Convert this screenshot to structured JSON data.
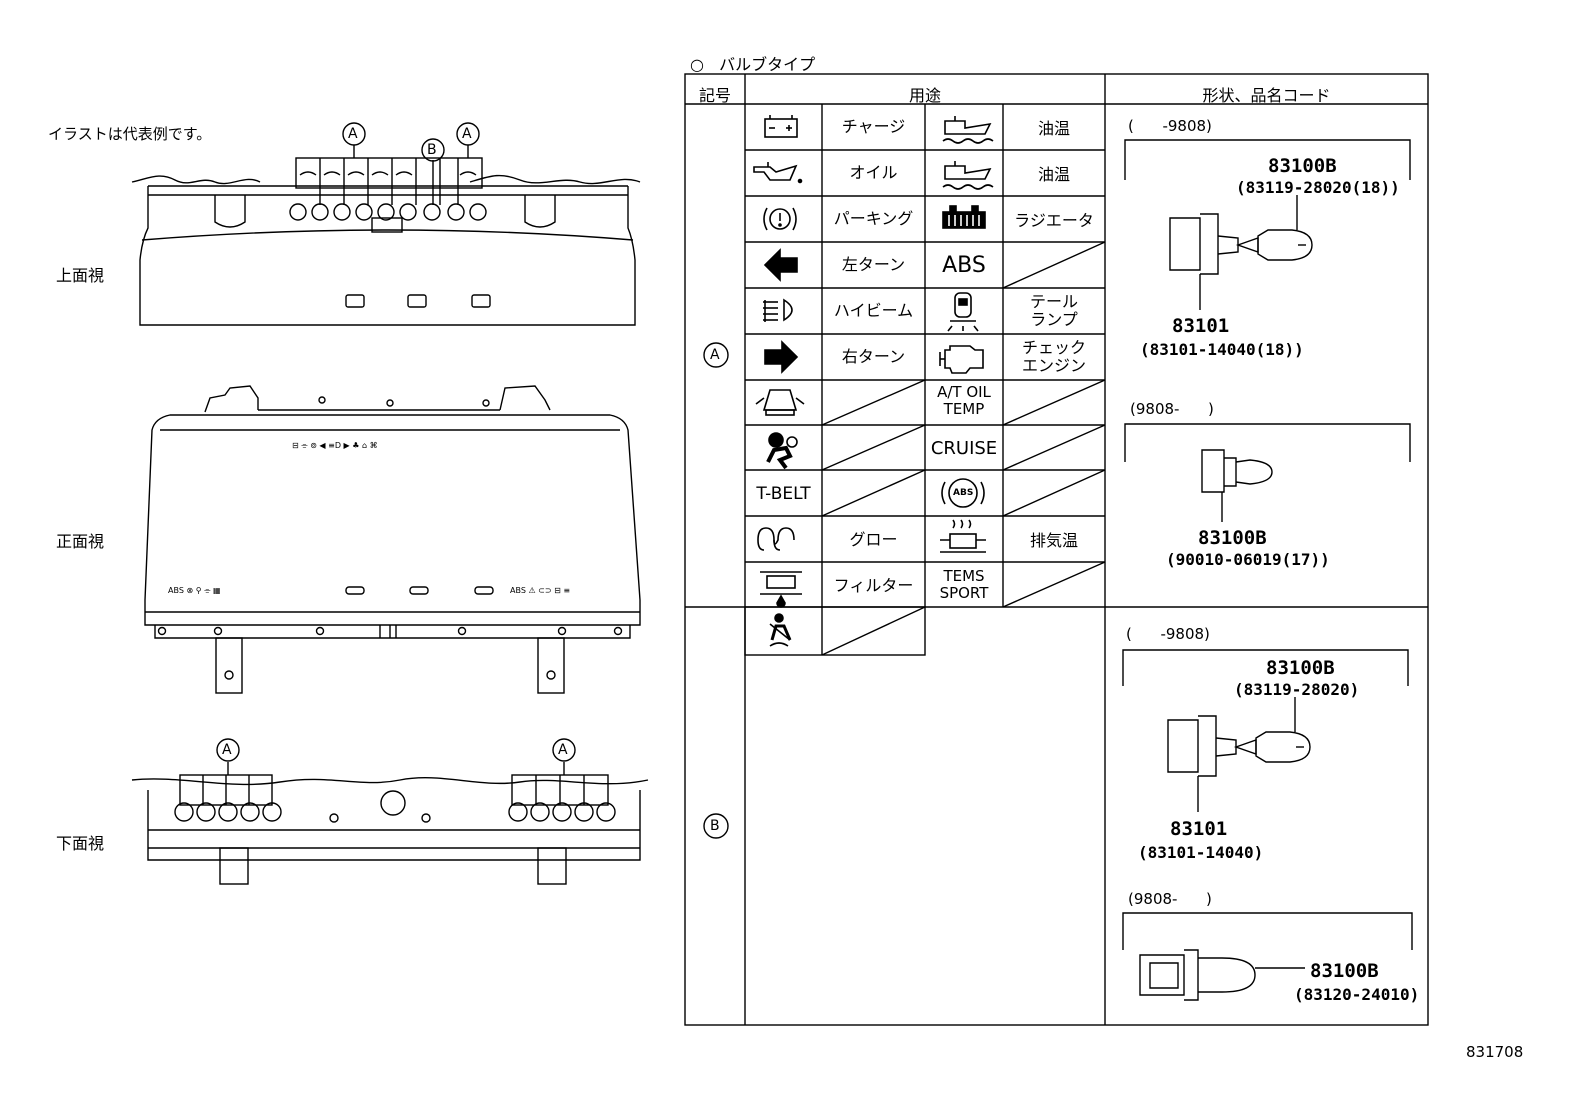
{
  "note": "イラストは代表例です。",
  "views": {
    "top": "上面視",
    "front": "正面視",
    "bottom": "下面視"
  },
  "callouts": {
    "a": "A",
    "b": "B"
  },
  "legend": {
    "mark": "○",
    "title": "バルブタイプ"
  },
  "headers": {
    "symbol": "記号",
    "use": "用途",
    "shape": "形状、品名コード"
  },
  "symbols": {
    "a": "A",
    "b": "B"
  },
  "rows": [
    {
      "left_icon": "battery-icon",
      "left_label": "チャージ",
      "right_icon": "oil-temp-icon",
      "right_label": "油温"
    },
    {
      "left_icon": "oil-can-icon",
      "left_label": "オイル",
      "right_icon": "oil-temp-icon",
      "right_label": "油温"
    },
    {
      "left_icon": "parking-brake-icon",
      "left_label": "パーキング",
      "right_icon": "radiator-icon",
      "right_label": "ラジエータ"
    },
    {
      "left_icon": "left-arrow-icon",
      "left_label": "左ターン",
      "right_text": "ABS",
      "right_label": ""
    },
    {
      "left_icon": "high-beam-icon",
      "left_label": "ハイビーム",
      "right_icon": "tail-lamp-icon",
      "right_label": "テール\nランプ"
    },
    {
      "left_icon": "right-arrow-icon",
      "left_label": "右ターン",
      "right_icon": "check-engine-icon",
      "right_label": "チェック\nエンジン"
    },
    {
      "left_icon": "door-open-icon",
      "left_label": "",
      "right_text": "A/T OIL\nTEMP",
      "right_label": ""
    },
    {
      "left_icon": "airbag-icon",
      "left_label": "",
      "right_text": "CRUISE",
      "right_label": ""
    },
    {
      "left_text": "T-BELT",
      "left_label": "",
      "right_icon": "abs-circle-icon",
      "right_label": ""
    },
    {
      "left_icon": "glow-plug-icon",
      "left_label": "グロー",
      "right_icon": "exhaust-temp-icon",
      "right_label": "排気温"
    },
    {
      "left_icon": "fuel-filter-icon",
      "left_label": "フィルター",
      "right_text": "TEMS\nSPORT",
      "right_label": ""
    }
  ],
  "row_b": {
    "left_icon": "seatbelt-icon",
    "left_label": ""
  },
  "icon_texts": {
    "abs_circle": "ABS"
  },
  "shape_a": {
    "period1": "(      -9808)",
    "pn_bulb1": "83100B",
    "code_bulb1": "(83119-28020(18))",
    "pn_socket1": "83101",
    "code_socket1": "(83101-14040(18))",
    "period2": "(9808-      )",
    "pn_bulb2": "83100B",
    "code_bulb2": "(90010-06019(17))"
  },
  "shape_b": {
    "period1": "(      -9808)",
    "pn_bulb1": "83100B",
    "code_bulb1": "(83119-28020)",
    "pn_socket1": "83101",
    "code_socket1": "(83101-14040)",
    "period2": "(9808-      )",
    "pn_bulb2": "83100B",
    "code_bulb2": "(83120-24010)"
  },
  "figure_id": "831708"
}
